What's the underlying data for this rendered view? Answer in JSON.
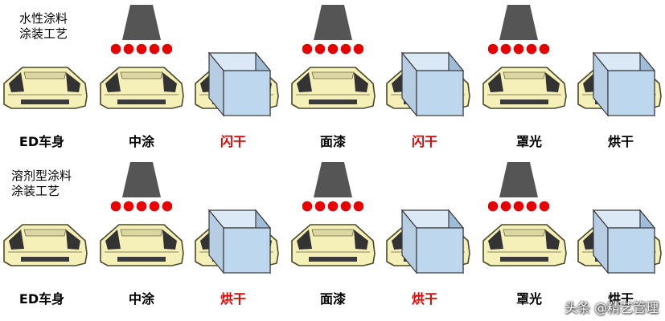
{
  "rows": [
    {
      "title": "水性涂料\n涂装工艺",
      "steps": [
        "ED车身",
        "中涂",
        "闪干",
        "面漆",
        "闪干",
        "罩光",
        "烘干"
      ]
    },
    {
      "title": "溶剂型涂料\n涂装工艺",
      "steps": [
        "ED车身",
        "中涂",
        "烘干",
        "面漆",
        "烘干",
        "罩光",
        "烘干"
      ]
    }
  ],
  "icons": {
    "car": "car-body-icon",
    "spray_gun": "spray-gun-icon",
    "spray_dots": "paint-spray-dots-icon",
    "oven": "drying-oven-icon"
  },
  "colors": {
    "highlight_label": "#e60000",
    "spray_dot": "#e60000",
    "spray_gun": "#555555",
    "car_body": "#f5f0b8",
    "oven": "#bdd7ee"
  },
  "watermark": "头条 @精艺管理"
}
